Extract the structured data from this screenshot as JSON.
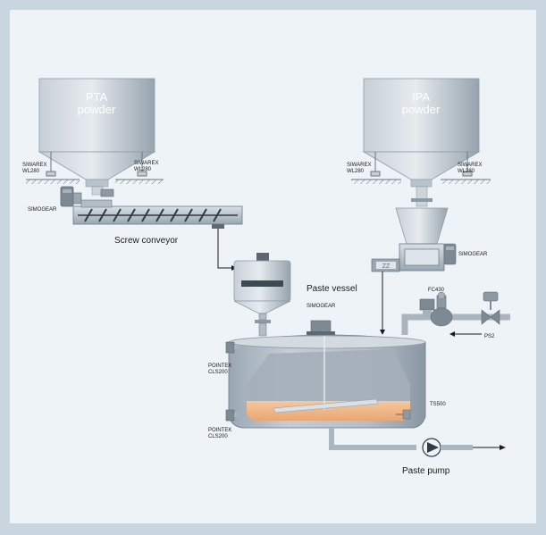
{
  "hoppers": {
    "pta": {
      "line1": "PTA",
      "line2": "powder"
    },
    "ipa": {
      "line1": "IPA",
      "line2": "powder"
    }
  },
  "load_cells": {
    "pta_left": {
      "line1": "SIWAREX",
      "line2": "WL280"
    },
    "pta_right": {
      "line1": "SIWAREX",
      "line2": "WL280"
    },
    "ipa_left": {
      "line1": "SIWAREX",
      "line2": "WL280"
    },
    "ipa_right": {
      "line1": "SIWAREX",
      "line2": "WL280"
    }
  },
  "gears": {
    "screw_motor": "SIMOGEAR",
    "ipa_feeder": "SIMOGEAR",
    "vessel_agitator": "SIMOGEAR"
  },
  "labels": {
    "screw_conveyor": "Screw conveyor",
    "paste_vessel": "Paste vessel",
    "paste_pump": "Paste pump",
    "flow_controller": "FC430",
    "pressure_sensor": "PS2",
    "temp_sensor": "TS500"
  },
  "level_switches": {
    "upper": {
      "line1": "POINTEK",
      "line2": "CLS200"
    },
    "lower": {
      "line1": "POINTEK",
      "line2": "CLS200"
    }
  },
  "colors": {
    "steel_light": "#dfe5ea",
    "steel_mid": "#a9b5bf",
    "steel_dark": "#7b8893",
    "paste": "#f2b98a",
    "flow_arrow": "#1b1b1b"
  }
}
